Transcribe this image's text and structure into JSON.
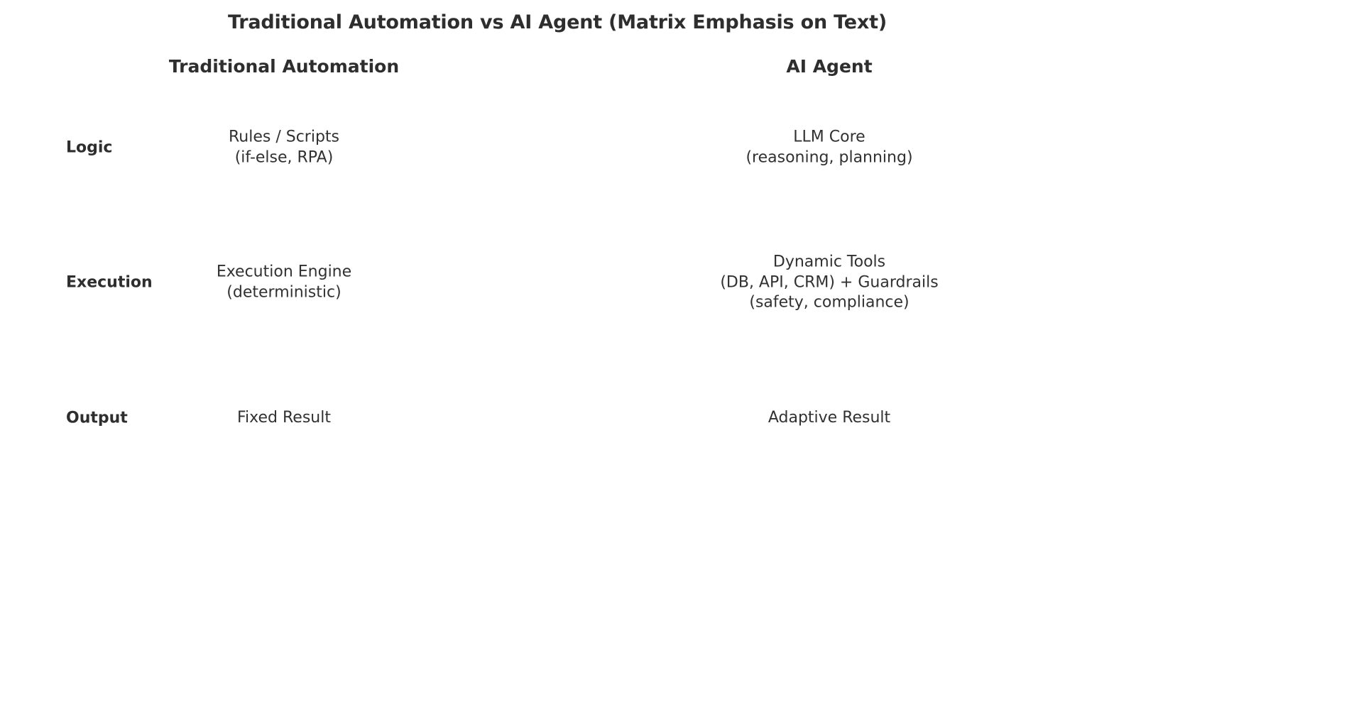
{
  "figure": {
    "title": "Traditional Automation vs AI Agent (Matrix Emphasis on Text)",
    "background_color": "#ffffff",
    "text_color": "#2e2e2e"
  },
  "chart_data": {
    "type": "table",
    "title": "Traditional Automation vs AI Agent (Matrix Emphasis on Text)",
    "xlabel": "",
    "ylabel": "",
    "grid": false,
    "legend": "none",
    "columns": [
      "Traditional Automation",
      "AI Agent"
    ],
    "rows": [
      "Logic",
      "Execution",
      "Output"
    ],
    "cells": [
      [
        "Rules / Scripts\n(if-else, RPA)",
        "LLM Core\n(reasoning, planning)"
      ],
      [
        "Execution Engine\n(deterministic)",
        "Dynamic Tools\n(DB, API, CRM) + Guardrails\n(safety, compliance)"
      ],
      [
        "Fixed Result",
        "Adaptive Result"
      ]
    ]
  }
}
